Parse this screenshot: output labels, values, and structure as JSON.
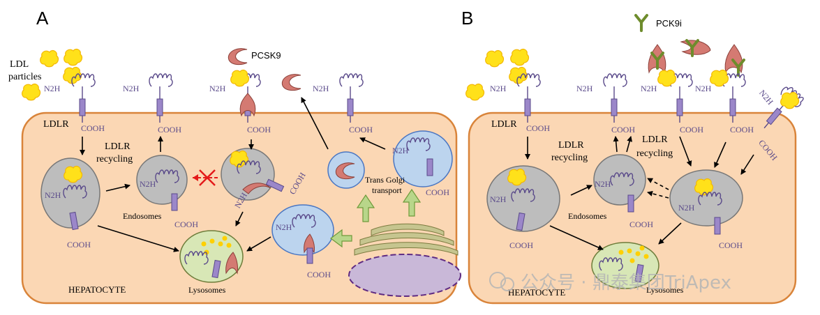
{
  "panels": {
    "a": "A",
    "b": "B"
  },
  "labels": {
    "ldl_particles_1": "LDL",
    "ldl_particles_2": "particles",
    "pcsk9": "PCSK9",
    "pck9i": "PCK9i",
    "ldlr": "LDLR",
    "ldlr_recycling_1": "LDLR",
    "ldlr_recycling_2": "recycling",
    "endosomes": "Endosomes",
    "lysosomes": "Lysosomes",
    "hepatocyte": "HEPATOCYTE",
    "trans_golgi_1": "Trans Golgi",
    "trans_golgi_2": "transport",
    "n2h": "N2H",
    "cooh": "COOH"
  },
  "watermark": "公众号 · 鼎泰集团TriApex",
  "colors": {
    "cell_fill": "#fbd7b4",
    "cell_stroke": "#d9843a",
    "endosome_fill": "#bdbdbd",
    "vesicle_fill": "#bcd4ee",
    "lysosome_fill": "#d8e7b6",
    "ldl_yellow": "#ffe11a",
    "pcsk9_red": "#d47a72",
    "receptor_purple": "#9b87c9",
    "nucleus_fill": "#c9b8d8",
    "golgi_fill": "#c6c58f",
    "inhibitor_green": "#6e8c2c"
  }
}
